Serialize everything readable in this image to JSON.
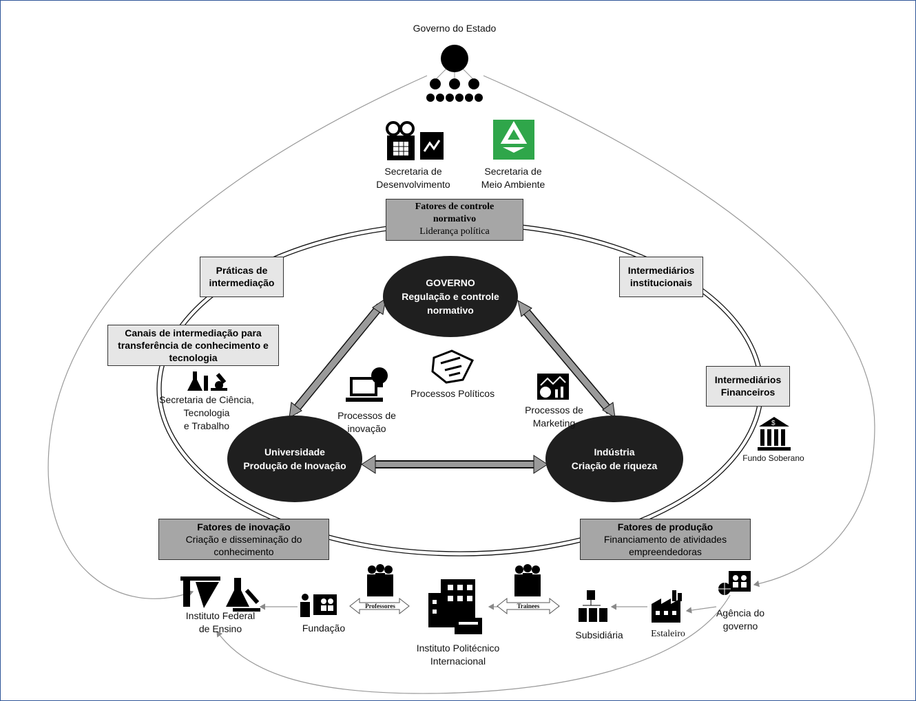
{
  "top": {
    "title": "Governo do Estado"
  },
  "secretarias": {
    "desenvolvimento": [
      "Secretaria de",
      "Desenvolvimento"
    ],
    "meio_ambiente": [
      "Secretaria de",
      "Meio Ambiente"
    ],
    "ciencia": [
      "Secretaria de Ciência,",
      "Tecnologia",
      "e Trabalho"
    ]
  },
  "boxes": {
    "controle": {
      "title1": "Fatores de controle",
      "title2": "normativo",
      "sub": "Liderança política"
    },
    "praticas": {
      "line1": "Práticas de",
      "line2": "intermediação"
    },
    "canais": {
      "line1": "Canais de intermediação para",
      "line2": "transferência de conhecimento e",
      "line3": "tecnologia"
    },
    "inst": {
      "line1": "Intermediários",
      "line2": "institucionais"
    },
    "fin": {
      "line1": "Intermediários",
      "line2": "Financeiros"
    },
    "inovacao": {
      "title": "Fatores de inovação",
      "sub1": "Criação e disseminação do",
      "sub2": "conhecimento"
    },
    "producao": {
      "title": "Fatores de produção",
      "sub1": "Financiamento de atividades",
      "sub2": "empreendedoras"
    }
  },
  "nodes": {
    "governo": {
      "l1": "GOVERNO",
      "l2": "Regulação e controle",
      "l3": "normativo"
    },
    "universidade": {
      "l1": "Universidade",
      "l2": "Produção de Inovação"
    },
    "industria": {
      "l1": "Indústria",
      "l2": "Criação de riqueza"
    }
  },
  "processes": {
    "politicos": "Processos Políticos",
    "inovacao": [
      "Processos de",
      "inovação"
    ],
    "marketing": [
      "Processos de",
      "Marketing"
    ]
  },
  "fundo": "Fundo Soberano",
  "bottom": {
    "instituto_federal": [
      "Instituto Federal",
      "de Ensino"
    ],
    "fundacao": "Fundação",
    "professores": "Professores",
    "politecnico": [
      "Instituto Politécnico",
      "Internacional"
    ],
    "trainees": "Trainees",
    "subsidiaria": "Subsidiária",
    "estaleiro": "Estaleiro",
    "agencia": [
      "Agência do",
      "governo"
    ]
  },
  "colors": {
    "frame": "#2e5597",
    "dark_box": "#a6a6a6",
    "light_box": "#e6e6e6",
    "ellipse": "#1f1f1f",
    "arrow": "#8a8a8a",
    "recycle": "#2fa64a"
  }
}
